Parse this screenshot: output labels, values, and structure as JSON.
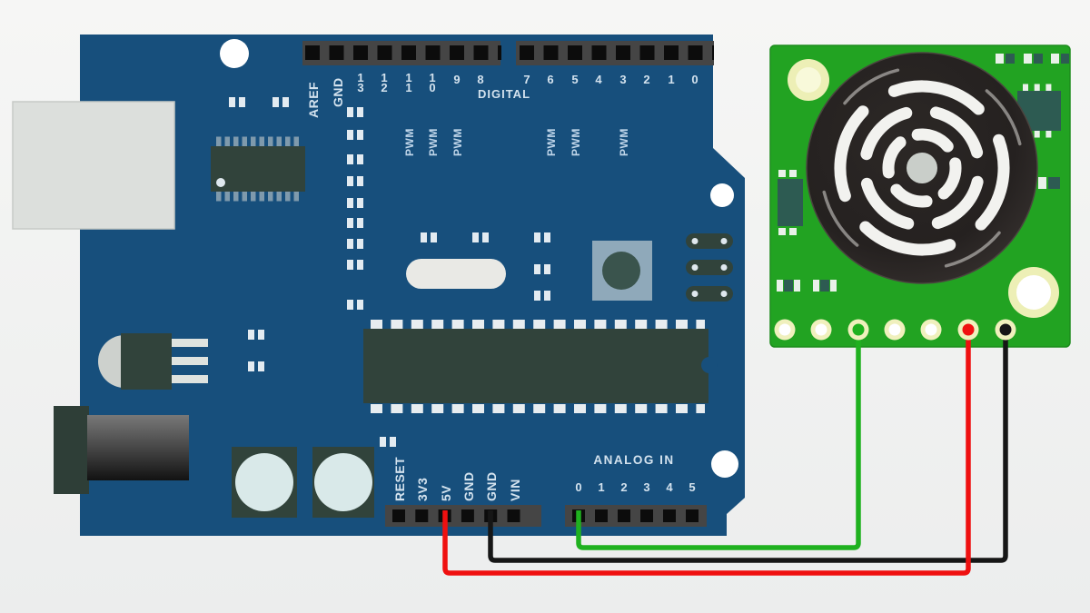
{
  "board_labels": {
    "top_left_pins": [
      "AREF",
      "GND",
      "13",
      "12",
      "11",
      "10",
      "9",
      "8"
    ],
    "top_right_pins": [
      "7",
      "6",
      "5",
      "4",
      "3",
      "2",
      "1",
      "0"
    ],
    "digital": "DIGITAL",
    "pwm": "PWM",
    "power_pins": [
      "RESET",
      "3V3",
      "5V",
      "GND",
      "GND",
      "VIN"
    ],
    "analog_header": "ANALOG IN",
    "analog_pins": [
      "0",
      "1",
      "2",
      "3",
      "4",
      "5"
    ]
  },
  "wires": {
    "green": {
      "color": "#1fb11f",
      "from_pin": "ANALOG IN 0",
      "to_pin": "sensor pin 3"
    },
    "red": {
      "color": "#ef1010",
      "from_pin": "5V",
      "to_pin": "sensor pin 6"
    },
    "black": {
      "color": "#161616",
      "from_pin": "GND",
      "to_pin": "sensor pin 7"
    }
  },
  "colors": {
    "arduino_board": "#174f7c",
    "sensor_pcb": "#22a322",
    "background": "#f1f2f1",
    "component_dark": "#31433b",
    "header_band": "#454545",
    "label_text": "#d3e2ee"
  }
}
